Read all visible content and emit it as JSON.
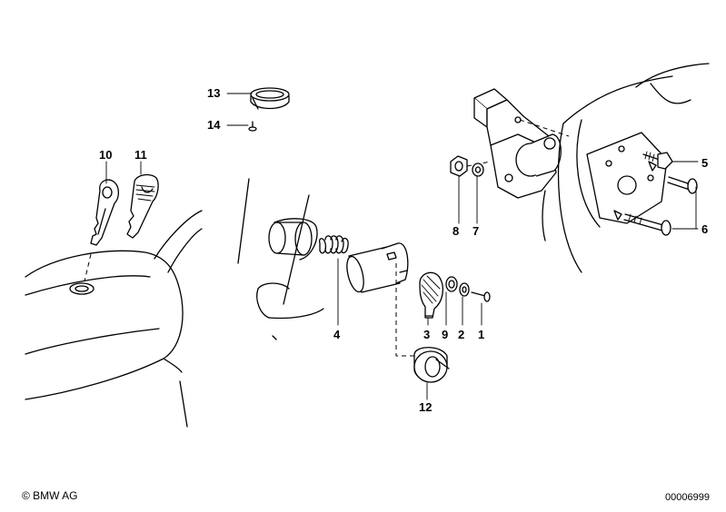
{
  "callouts": {
    "c1": "1",
    "c2": "2",
    "c3": "3",
    "c4": "4",
    "c5": "5",
    "c6": "6",
    "c7": "7",
    "c8": "8",
    "c9": "9",
    "c10": "10",
    "c11": "11",
    "c12": "12",
    "c13": "13",
    "c14": "14"
  },
  "footer": {
    "copyright": "© BMW AG",
    "diagram_id": "00006999"
  }
}
